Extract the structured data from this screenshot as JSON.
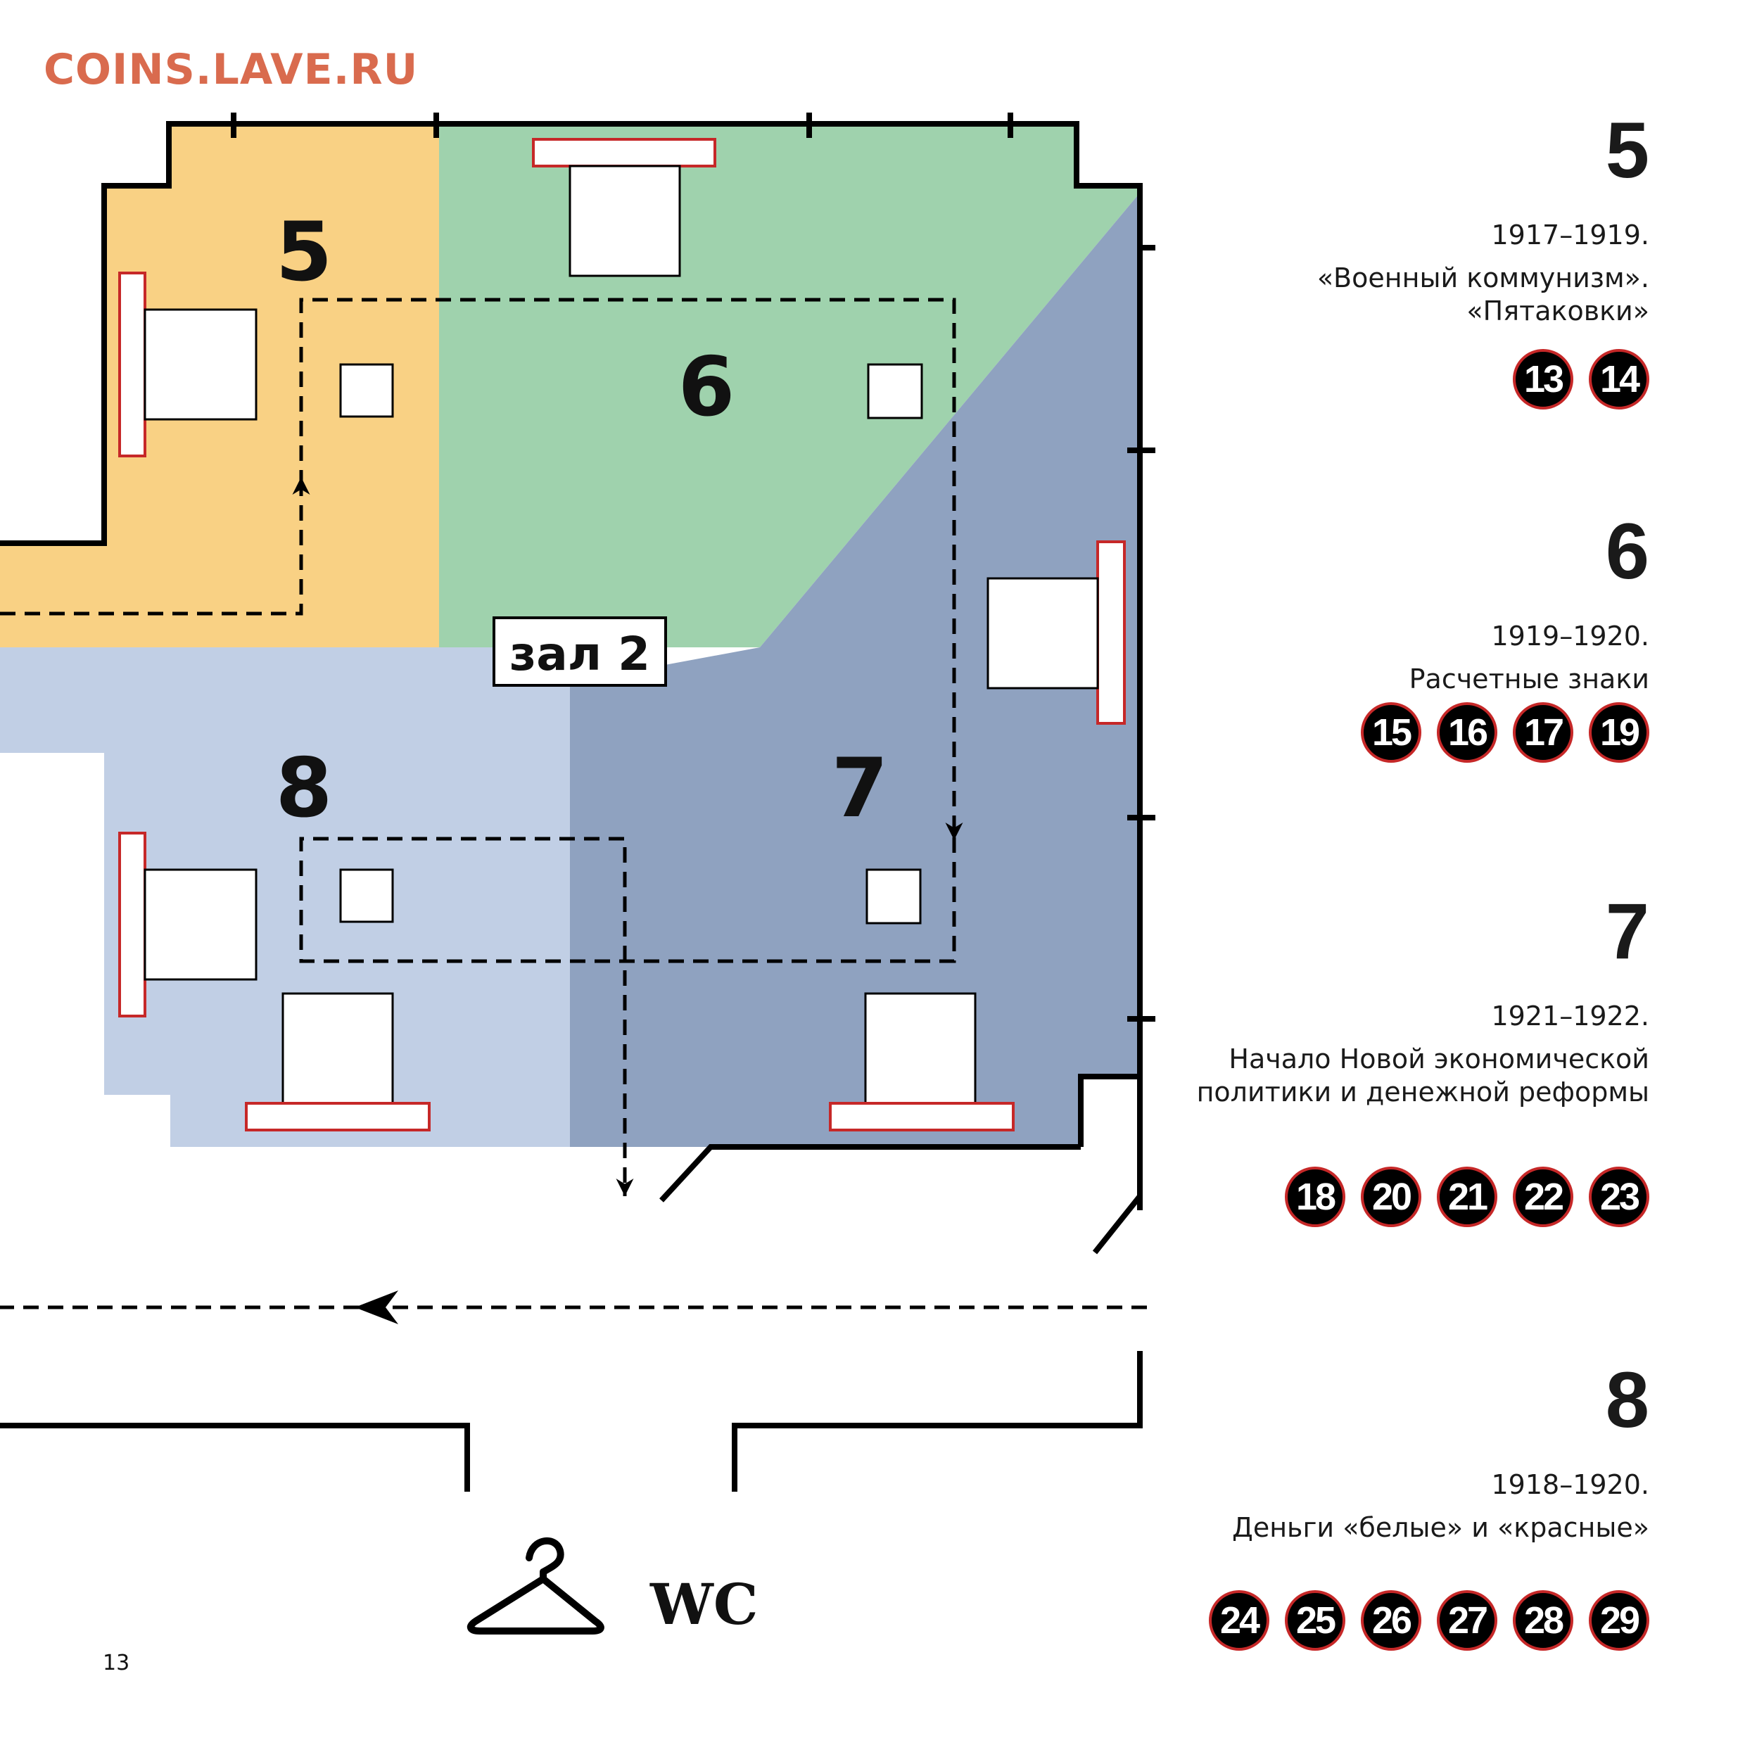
{
  "watermark": {
    "text": "COINS.LAVE.RU",
    "color": "#d96b4e"
  },
  "colors": {
    "hall5": "#f9d184",
    "hall6": "#9fd2ad",
    "hall7": "#8fa2c0",
    "hall8": "#c1cfe5",
    "wall": "#000000",
    "showcase_border": "#c62828",
    "badge_fill": "#000000"
  },
  "plan": {
    "room_label": "зал 2",
    "halls": [
      {
        "label": "5"
      },
      {
        "label": "6"
      },
      {
        "label": "7"
      },
      {
        "label": "8"
      }
    ],
    "icons": {
      "cloakroom": "coat-hanger-icon",
      "restroom_label": "WC"
    }
  },
  "legend": [
    {
      "number": "5",
      "years": "1917–1919.",
      "description": "«Военный коммунизм».\n«Пятаковки»",
      "items": [
        "13",
        "14"
      ]
    },
    {
      "number": "6",
      "years": "1919–1920.",
      "description": "Расчетные знаки",
      "items": [
        "15",
        "16",
        "17",
        "19"
      ]
    },
    {
      "number": "7",
      "years": "1921–1922.",
      "description": "Начало Новой экономической\nполитики и денежной реформы",
      "items": [
        "18",
        "20",
        "21",
        "22",
        "23"
      ]
    },
    {
      "number": "8",
      "years": "1918–1920.",
      "description": "Деньги «белые» и «красные»",
      "items": [
        "24",
        "25",
        "26",
        "27",
        "28",
        "29"
      ]
    }
  ],
  "page_number": "13"
}
